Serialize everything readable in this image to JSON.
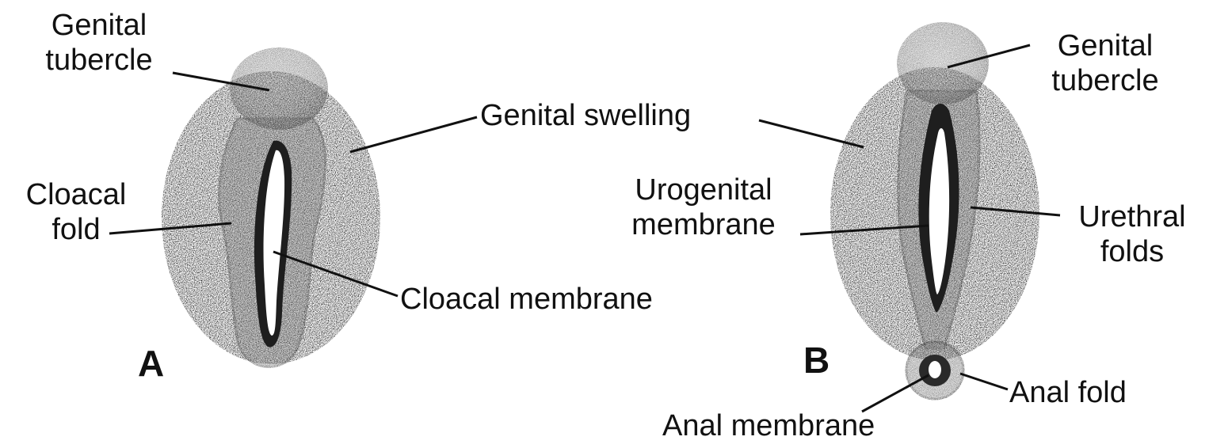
{
  "colors": {
    "tissue": "#7c7c7c",
    "tissue_dark": "#5e5e5e",
    "groove": "#1c1c1c",
    "swelling_stipple": "#c9c9c9",
    "text": "#111111"
  },
  "panel_a": {
    "letter": "A",
    "genital_tubercle": [
      "Genital",
      "tubercle"
    ],
    "cloacal_fold": [
      "Cloacal",
      "fold"
    ],
    "cloacal_membrane": "Cloacal membrane"
  },
  "shared": {
    "genital_swelling": "Genital swelling"
  },
  "panel_b": {
    "letter": "B",
    "genital_tubercle": [
      "Genital",
      "tubercle"
    ],
    "urogenital_membrane": [
      "Urogenital",
      "membrane"
    ],
    "urethral_folds": [
      "Urethral",
      "folds"
    ],
    "anal_fold": "Anal fold",
    "anal_membrane": "Anal membrane"
  }
}
